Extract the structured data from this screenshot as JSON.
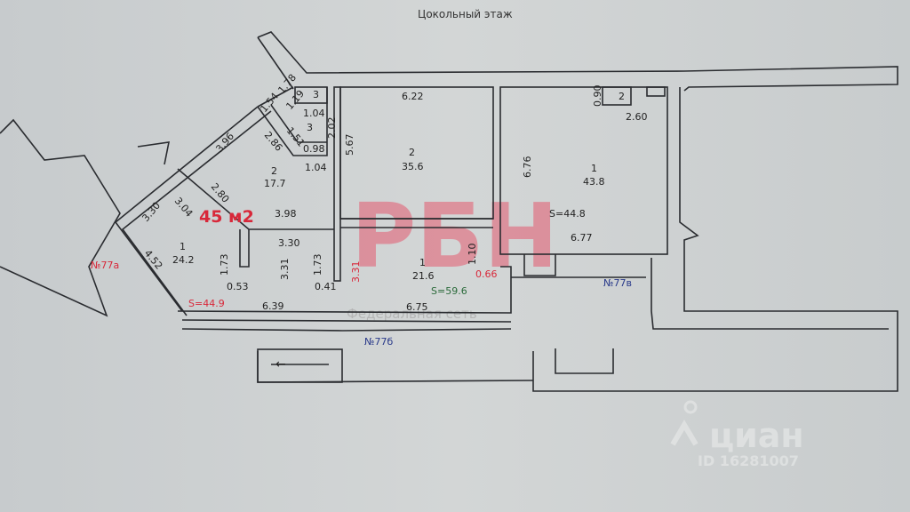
{
  "title": "Цокольный этаж",
  "highlight_area": "45 м2",
  "watermark": {
    "brand": "РБН",
    "subtitle": "Федеральная сеть",
    "logo": "циан",
    "id": "ID 16281007",
    "brand_color": "#e8405a"
  },
  "premises": {
    "a": "№77а",
    "b": "№77б",
    "c": "№77в"
  },
  "totals": {
    "a": "S=44.9",
    "b": "S=59.6",
    "c": "S=44.8"
  },
  "rooms": [
    {
      "num": "1",
      "area": "24.2"
    },
    {
      "num": "2",
      "area": "17.7"
    },
    {
      "num": "3",
      "area": ""
    },
    {
      "num": "3",
      "area": ""
    },
    {
      "num": "2",
      "area": "35.6"
    },
    {
      "num": "1",
      "area": "21.6"
    },
    {
      "num": "1",
      "area": "43.8"
    },
    {
      "num": "2",
      "area": ""
    }
  ],
  "dims": [
    "1.78",
    "1.19",
    "1.54",
    "1.04",
    "2.02",
    "1.51",
    "0.98",
    "1.04",
    "2.86",
    "3.96",
    "5.67",
    "6.22",
    "2.80",
    "3.30",
    "3.04",
    "3.98",
    "3.30",
    "4.52",
    "1.73",
    "3.31",
    "1.73",
    "3.31",
    "1.10",
    "0.66",
    "0.53",
    "0.41",
    "6.39",
    "6.75",
    "0.90",
    "2.60",
    "6.76",
    "6.77"
  ]
}
